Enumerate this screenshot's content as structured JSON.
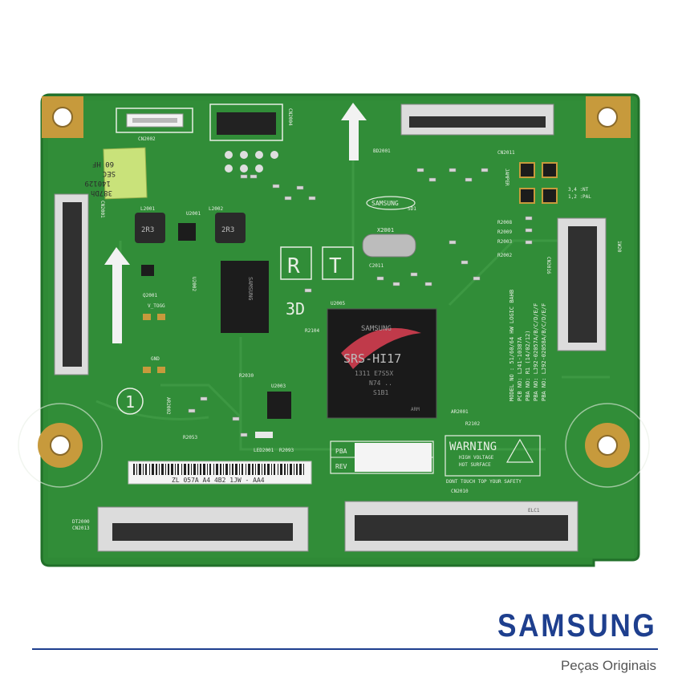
{
  "colors": {
    "pcb": "#2f8a36",
    "pcb_dark": "#22702a",
    "pcb_trace": "#3f9a45",
    "silk": "#e8efe4",
    "brand": "#1e3f8e",
    "label_yellow": "#c9e27a",
    "chip": "#1c1c1c",
    "gold": "#c79a3c",
    "connector": "#cfcfcf"
  },
  "brand": {
    "logo": "SAMSUNG",
    "tagline": "Peças Originais"
  },
  "board": {
    "sticker": [
      "60 HF",
      "SEC",
      "140129",
      "387Dh"
    ],
    "rt_marks": [
      "R",
      "T"
    ],
    "samsung_silk": "SAMSUNG",
    "main_chip": [
      "SAMSUNG",
      "SRS-HI17",
      "1311 E7S5X",
      "N74 ..",
      "S1B1",
      "ARM"
    ],
    "chip_label": "U2005",
    "mem_chip": "SAMSUNG",
    "warning": {
      "title": "WARNING",
      "lines": [
        "HIGH VOLTAGE",
        "HOT SURFACE",
        "DONT TOUCH TOP YOUR SAFETY"
      ]
    },
    "barcode_text": "ZL 057A A4 4B2 1JW - AA4",
    "pba": "PBA",
    "rev": "REV",
    "circle_mark": "1",
    "crystal": "X2001",
    "model_lines": [
      "MODEL NO : 51/60/64 HW LOGIC BAHB",
      "PCB NO: LJ41-10387A",
      "PBA NO: R1 (14/02/12)",
      "PBA NO: LJ92-02057A/B/C/D/E/F",
      "PBA NO: LJ92-02058A/B/C/D/E/F"
    ],
    "labels": [
      "CN2002",
      "CN2004",
      "CN2001",
      "CN2016",
      "CN2010",
      "CN2013",
      "CN2011",
      "DT2000",
      "U2001",
      "U2002",
      "U2003",
      "L2001",
      "L2002",
      "Q2001",
      "V_TOGG",
      "GND",
      "R2008",
      "R2009",
      "R2003",
      "R2002",
      "R2030",
      "R2053",
      "R2093",
      "R2104",
      "LED2001",
      "AR2002",
      "AR2001",
      "R2102",
      "C2011",
      "BD2001",
      "SD1",
      "ELC1",
      "JAMPER",
      "3,4 :NT",
      "1,2 :PAL",
      "1W20",
      "3D",
      "2R3",
      "2R3"
    ]
  }
}
